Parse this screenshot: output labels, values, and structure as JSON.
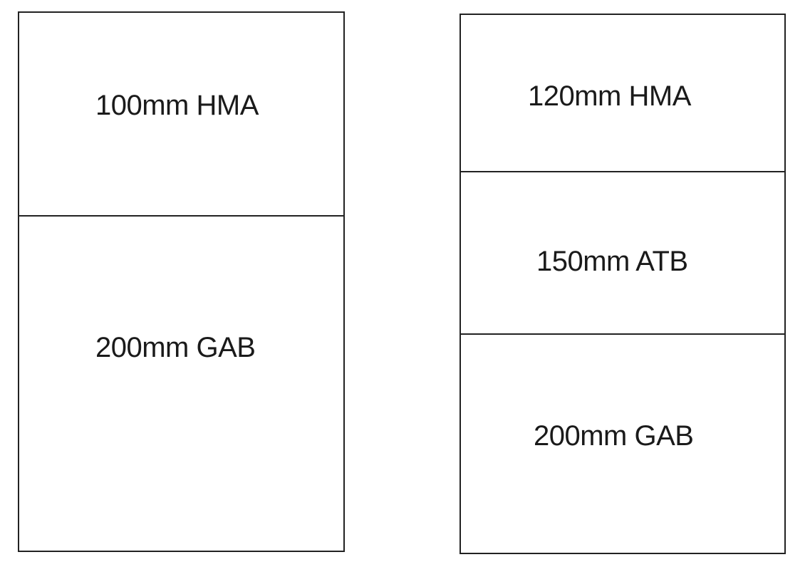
{
  "diagram": {
    "type": "pavement-cross-sections",
    "sections": [
      {
        "name": "section-1",
        "layers": [
          {
            "label": "100mm HMA",
            "thickness_mm": 100,
            "material": "HMA"
          },
          {
            "label": "200mm GAB",
            "thickness_mm": 200,
            "material": "GAB"
          }
        ]
      },
      {
        "name": "section-2",
        "layers": [
          {
            "label": "120mm HMA",
            "thickness_mm": 120,
            "material": "HMA"
          },
          {
            "label": "150mm ATB",
            "thickness_mm": 150,
            "material": "ATB"
          },
          {
            "label": "200mm GAB",
            "thickness_mm": 200,
            "material": "GAB"
          }
        ]
      }
    ],
    "colors": {
      "stroke": "#222222",
      "fill": "#ffffff",
      "text": "#1a1a1a"
    }
  }
}
